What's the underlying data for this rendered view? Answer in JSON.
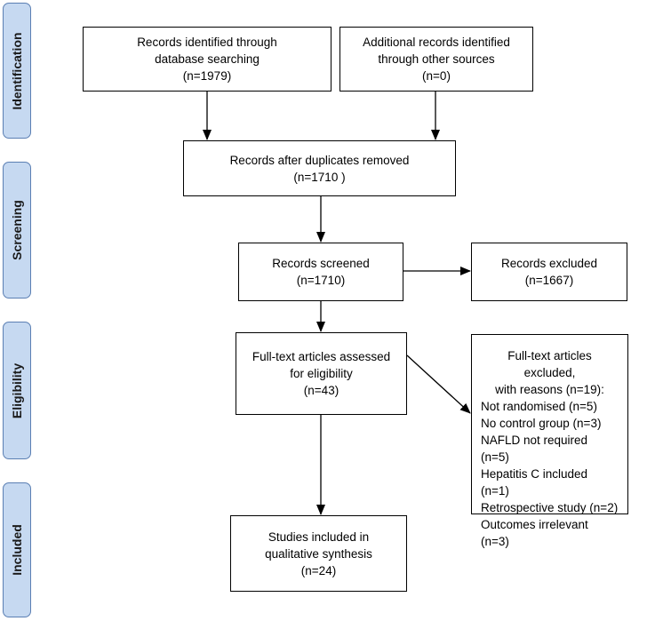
{
  "stages": {
    "identification": "Identification",
    "screening": "Screening",
    "eligibility": "Eligibility",
    "included": "Included"
  },
  "boxes": {
    "database": {
      "lines": [
        "Records identified through",
        "database searching",
        "(n=1979)"
      ]
    },
    "other": {
      "lines": [
        "Additional records identified",
        "through other sources",
        "(n=0)"
      ]
    },
    "duplicates": {
      "lines": [
        "Records after duplicates removed",
        "(n=1710 )"
      ]
    },
    "screened": {
      "lines": [
        "Records screened",
        "(n=1710)"
      ]
    },
    "excluded": {
      "lines": [
        "Records excluded",
        "(n=1667)"
      ]
    },
    "fulltext": {
      "lines": [
        "Full-text articles assessed",
        "for eligibility",
        "(n=43)"
      ]
    },
    "fulltext_excluded": {
      "heading": [
        "Full-text articles excluded,",
        "with reasons (n=19):"
      ],
      "reasons": [
        "Not randomised (n=5)",
        "No control group (n=3)",
        "NAFLD not required (n=5)",
        "Hepatitis C included (n=1)",
        "Retrospective study (n=2)",
        "Outcomes irrelevant (n=3)"
      ]
    },
    "included": {
      "lines": [
        "Studies included in",
        "qualitative synthesis",
        "(n=24)"
      ]
    }
  },
  "colors": {
    "stage_fill": "#c6d9f1",
    "stage_border": "#5b7fb3",
    "box_border": "#000000"
  }
}
